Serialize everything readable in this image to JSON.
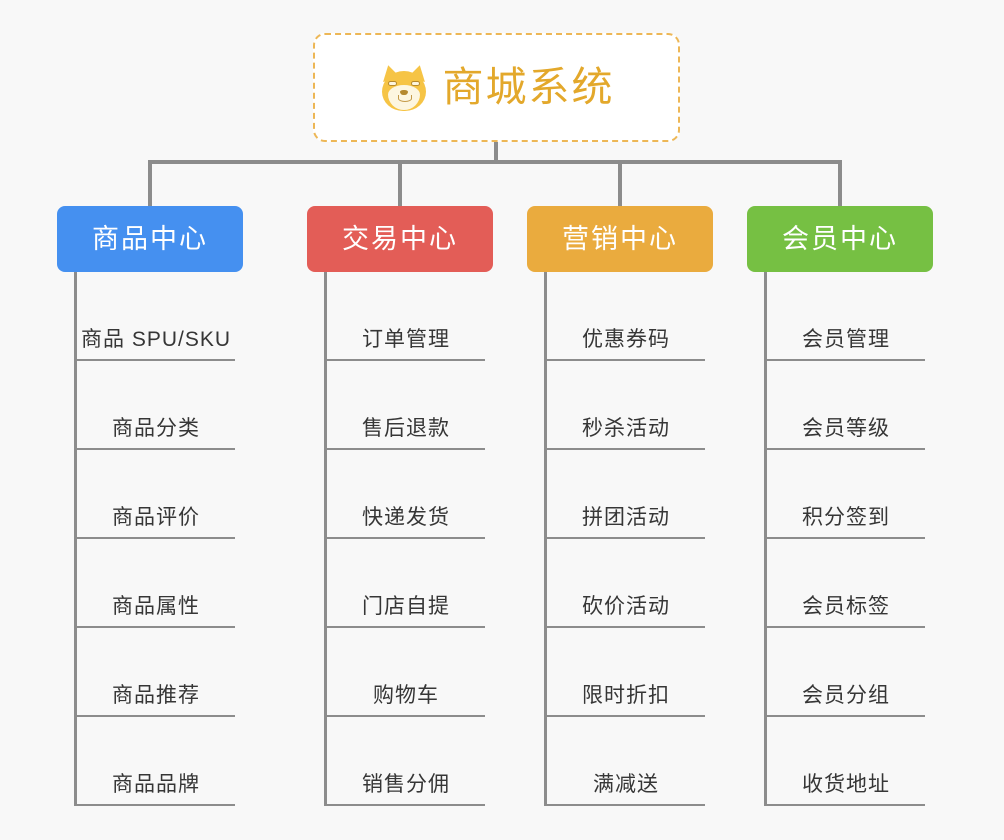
{
  "root": {
    "title": "商城系统",
    "icon": "dog-face-icon",
    "text_color": "#e3a82b",
    "border_color": "#edb756",
    "background": "#ffffff"
  },
  "canvas": {
    "background": "#f8f8f8",
    "connector_color": "#8c8c8c"
  },
  "branches": [
    {
      "title": "商品中心",
      "color": "#4590f0",
      "leaves": [
        "商品 SPU/SKU",
        "商品分类",
        "商品评价",
        "商品属性",
        "商品推荐",
        "商品品牌"
      ]
    },
    {
      "title": "交易中心",
      "color": "#e35d57",
      "leaves": [
        "订单管理",
        "售后退款",
        "快递发货",
        "门店自提",
        "购物车",
        "销售分佣"
      ]
    },
    {
      "title": "营销中心",
      "color": "#eaab3e",
      "leaves": [
        "优惠券码",
        "秒杀活动",
        "拼团活动",
        "砍价活动",
        "限时折扣",
        "满减送"
      ]
    },
    {
      "title": "会员中心",
      "color": "#76c043",
      "leaves": [
        "会员管理",
        "会员等级",
        "积分签到",
        "会员标签",
        "会员分组",
        "收货地址"
      ]
    }
  ]
}
